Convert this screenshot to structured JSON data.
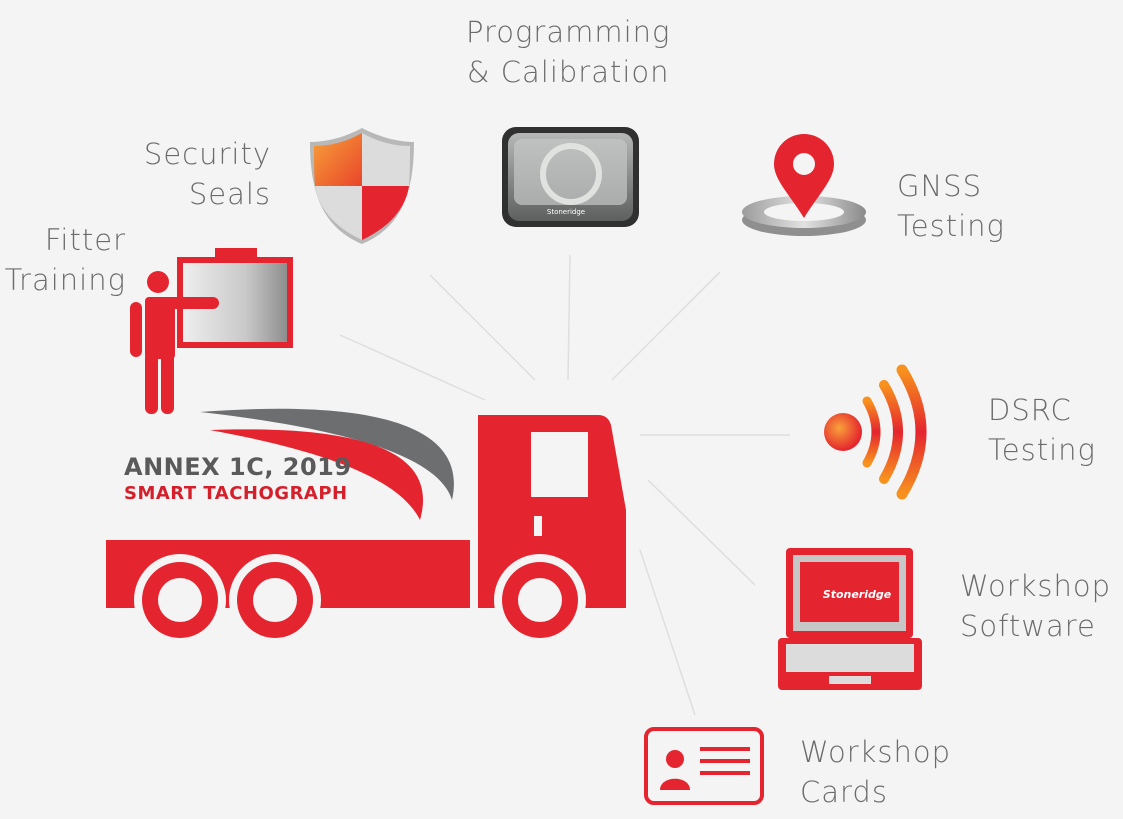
{
  "colors": {
    "accent": "#e4242e",
    "text": "#6b6b6b",
    "background": "#f4f4f4",
    "dark_red": "#d51f2a"
  },
  "hub": {
    "title": "ANNEX 1C, 2019",
    "subtitle": "SMART TACHOGRAPH"
  },
  "nodes": [
    {
      "id": "programming",
      "icon": "tachograph-device-icon",
      "lines": [
        "Programming",
        "& Calibration"
      ],
      "device_brand": "Stoneridge"
    },
    {
      "id": "security",
      "icon": "shield-icon",
      "lines": [
        "Security",
        "Seals"
      ]
    },
    {
      "id": "gnss",
      "icon": "map-pin-icon",
      "lines": [
        "GNSS",
        "Testing"
      ]
    },
    {
      "id": "fitter",
      "icon": "presenter-icon",
      "lines": [
        "Fitter",
        "Training"
      ]
    },
    {
      "id": "dsrc",
      "icon": "wireless-signal-icon",
      "lines": [
        "DSRC",
        "Testing"
      ]
    },
    {
      "id": "software",
      "icon": "laptop-icon",
      "lines": [
        "Workshop",
        "Software"
      ],
      "screen_brand": "Stoneridge"
    },
    {
      "id": "cards",
      "icon": "id-card-icon",
      "lines": [
        "Workshop",
        "Cards"
      ]
    }
  ]
}
